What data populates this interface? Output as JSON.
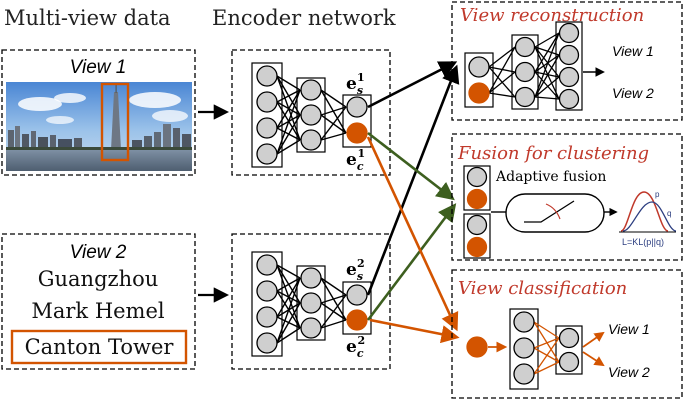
{
  "headings": {
    "multiview": "Multi-view data",
    "encoder": "Encoder network"
  },
  "view1": {
    "label": "View 1"
  },
  "view2": {
    "label": "View 2",
    "line1": "Guangzhou",
    "line2": "Mark Hemel",
    "line3": "Canton Tower"
  },
  "encoder1": {
    "es_base": "e",
    "es_sub": "s",
    "es_sup": "1",
    "ec_base": "e",
    "ec_sub": "c",
    "ec_sup": "1"
  },
  "encoder2": {
    "es_base": "e",
    "es_sub": "s",
    "es_sup": "2",
    "ec_base": "e",
    "ec_sub": "c",
    "ec_sup": "2"
  },
  "reconstruction": {
    "title": "View reconstruction",
    "out1": "View 1",
    "out2": "View 2"
  },
  "fusion": {
    "title": "Fusion for clustering",
    "adaptive": "Adaptive fusion",
    "p_label": "p",
    "q_label": "q",
    "loss": "L=KL(p||q)"
  },
  "classification": {
    "title": "View classification",
    "out1": "View 1",
    "out2": "View 2"
  },
  "colors": {
    "accent_red": "#c0392b",
    "orange_node": "#d35400",
    "green_arrow": "#3d5f1f",
    "node_gray": "#cfcfcf"
  }
}
